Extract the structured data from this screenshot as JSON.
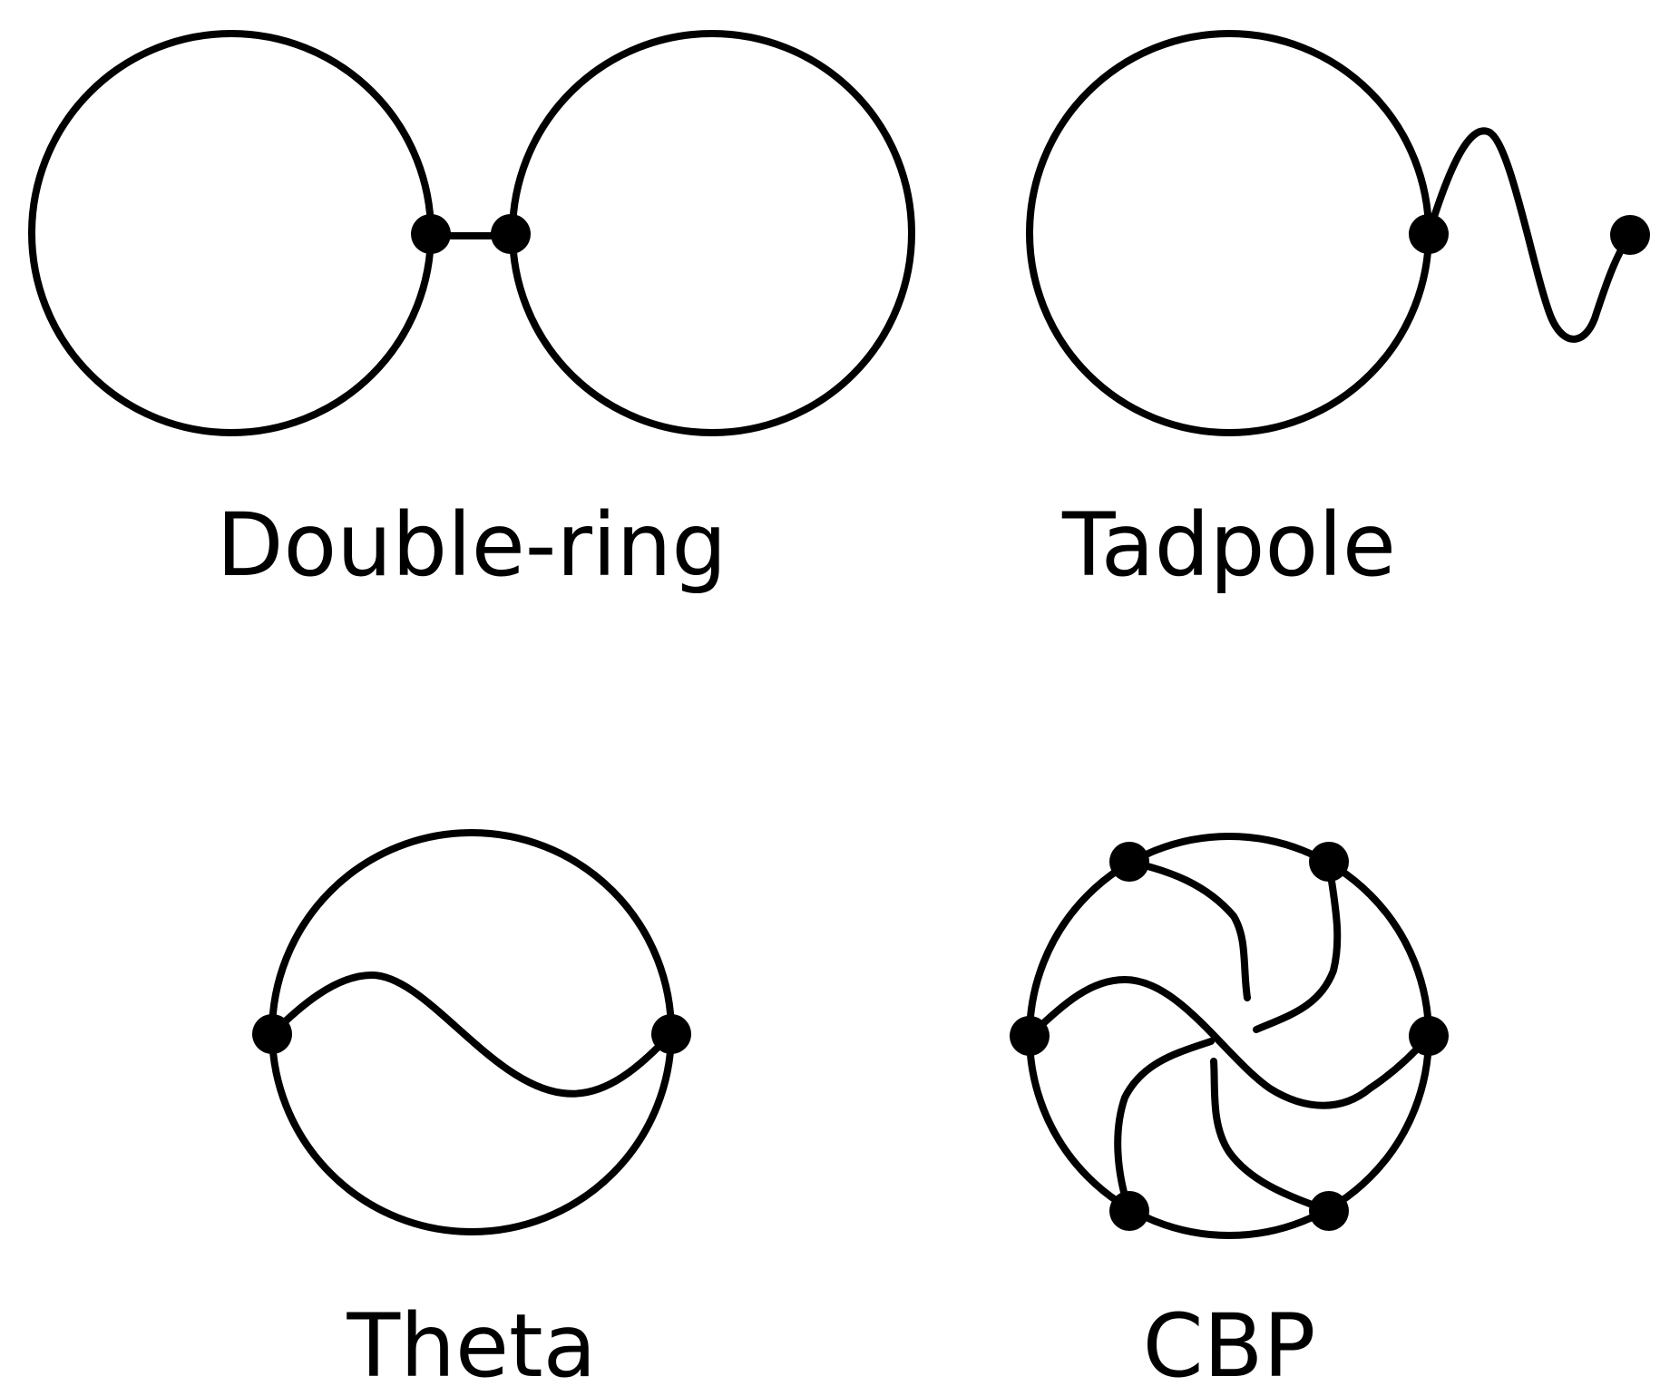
{
  "labels": {
    "double_ring": "Double-ring",
    "tadpole": "Tadpole",
    "theta": "Theta",
    "cbp": "CBP"
  }
}
